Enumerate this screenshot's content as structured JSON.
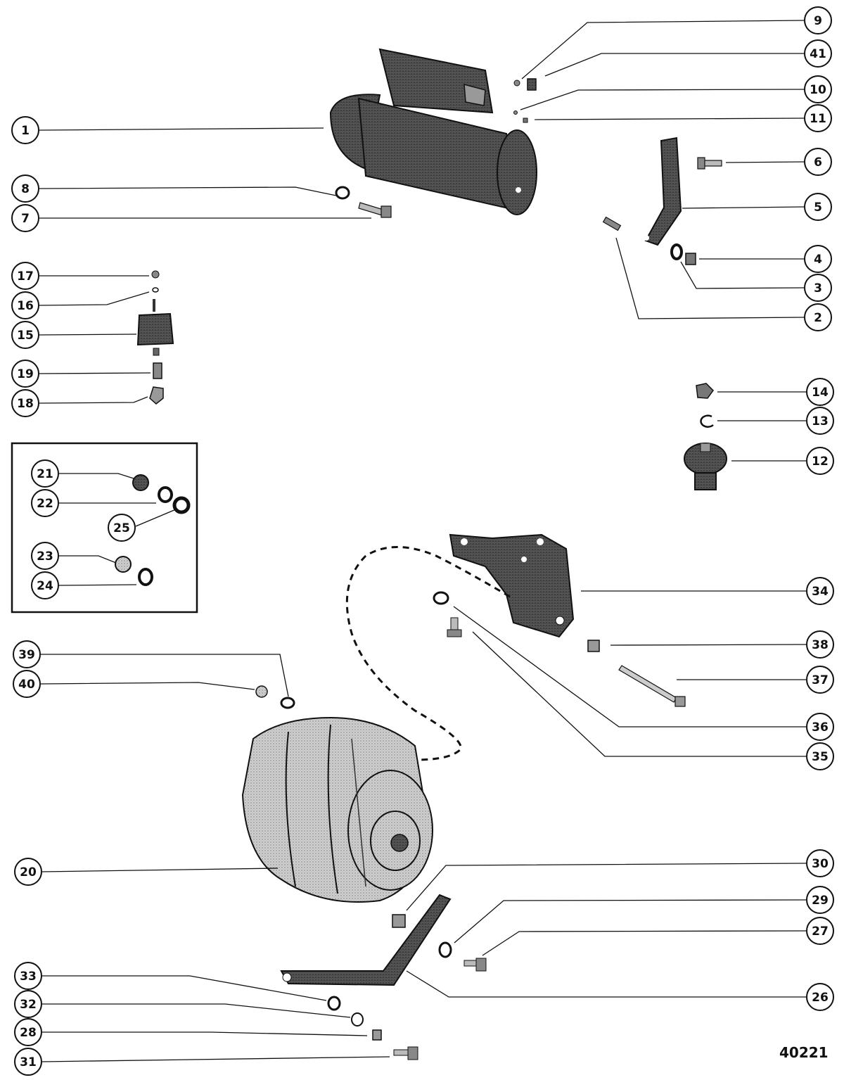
{
  "reference_number": "40221",
  "callouts": [
    {
      "id": "c1",
      "label": "1"
    },
    {
      "id": "c2",
      "label": "2"
    },
    {
      "id": "c3",
      "label": "3"
    },
    {
      "id": "c4",
      "label": "4"
    },
    {
      "id": "c5",
      "label": "5"
    },
    {
      "id": "c6",
      "label": "6"
    },
    {
      "id": "c7",
      "label": "7"
    },
    {
      "id": "c8",
      "label": "8"
    },
    {
      "id": "c9",
      "label": "9"
    },
    {
      "id": "c10",
      "label": "10"
    },
    {
      "id": "c11",
      "label": "11"
    },
    {
      "id": "c12",
      "label": "12"
    },
    {
      "id": "c13",
      "label": "13"
    },
    {
      "id": "c14",
      "label": "14"
    },
    {
      "id": "c15",
      "label": "15"
    },
    {
      "id": "c16",
      "label": "16"
    },
    {
      "id": "c17",
      "label": "17"
    },
    {
      "id": "c18",
      "label": "18"
    },
    {
      "id": "c19",
      "label": "19"
    },
    {
      "id": "c20",
      "label": "20"
    },
    {
      "id": "c21",
      "label": "21"
    },
    {
      "id": "c22",
      "label": "22"
    },
    {
      "id": "c23",
      "label": "23"
    },
    {
      "id": "c24",
      "label": "24"
    },
    {
      "id": "c25",
      "label": "25"
    },
    {
      "id": "c26",
      "label": "26"
    },
    {
      "id": "c27",
      "label": "27"
    },
    {
      "id": "c28",
      "label": "28"
    },
    {
      "id": "c29",
      "label": "29"
    },
    {
      "id": "c30",
      "label": "30"
    },
    {
      "id": "c31",
      "label": "31"
    },
    {
      "id": "c32",
      "label": "32"
    },
    {
      "id": "c33",
      "label": "33"
    },
    {
      "id": "c34",
      "label": "34"
    },
    {
      "id": "c35",
      "label": "35"
    },
    {
      "id": "c36",
      "label": "36"
    },
    {
      "id": "c37",
      "label": "37"
    },
    {
      "id": "c38",
      "label": "38"
    },
    {
      "id": "c39",
      "label": "39"
    },
    {
      "id": "c40",
      "label": "40"
    },
    {
      "id": "c41",
      "label": "41"
    }
  ]
}
